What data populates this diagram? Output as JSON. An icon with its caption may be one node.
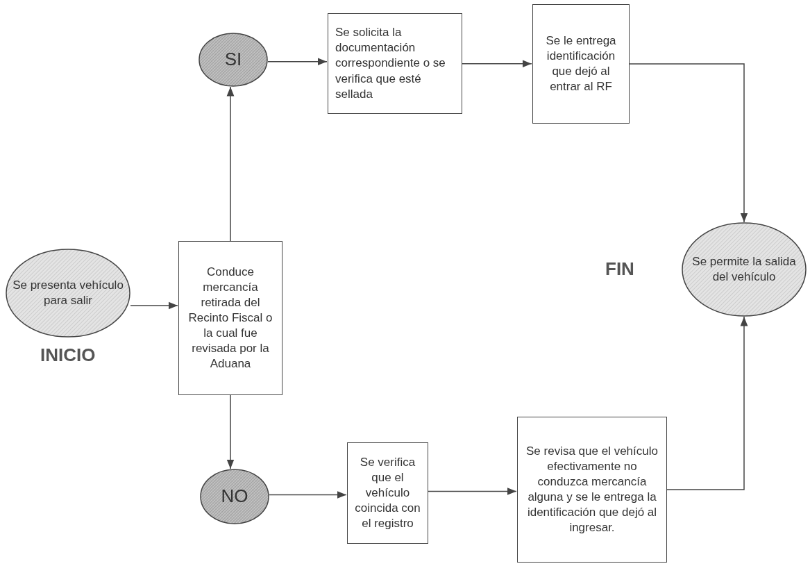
{
  "diagram": {
    "nodes": [
      {
        "text": [
          "Se presenta vehículo para salir"
        ],
        "beside": [
          "INICIO"
        ]
      },
      {
        "text": [
          "Conduce mercancía retirada del Recinto Fiscal o la cual fue revisada por la Aduana"
        ]
      },
      {
        "text": [
          "SI"
        ]
      },
      {
        "text": [
          "Se solicita la documentación correspondiente o se verifica que esté sellada"
        ]
      },
      {
        "text": [
          "Se le entrega identificación que dejó al entrar al RF"
        ]
      },
      {
        "text": [
          "Se permite la salida del vehículo"
        ],
        "beside": [
          "FIN"
        ]
      },
      {
        "text": [
          "NO"
        ]
      },
      {
        "text": [
          "Se verifica que el vehículo coincida con el registro"
        ]
      },
      {
        "text": [
          "Se revisa que el vehículo efectivamente no conduzca mercancía alguna y se le entrega la identificación que dejó al ingresar."
        ]
      }
    ],
    "edges": [
      {
        "from": 0,
        "to": 1,
        "arrow": "to"
      },
      {
        "from": 1,
        "to": 2,
        "arrow": "to"
      },
      {
        "from": 2,
        "to": 3,
        "arrow": "to"
      },
      {
        "from": 3,
        "to": 4,
        "arrow": "to"
      },
      {
        "from": 4,
        "to": 5,
        "arrow": "to"
      },
      {
        "from": 1,
        "to": 6,
        "arrow": "to"
      },
      {
        "from": 6,
        "to": 7,
        "arrow": "to"
      },
      {
        "from": 7,
        "to": 8,
        "arrow": "to"
      },
      {
        "from": 8,
        "to": 5,
        "arrow": "to"
      }
    ]
  }
}
